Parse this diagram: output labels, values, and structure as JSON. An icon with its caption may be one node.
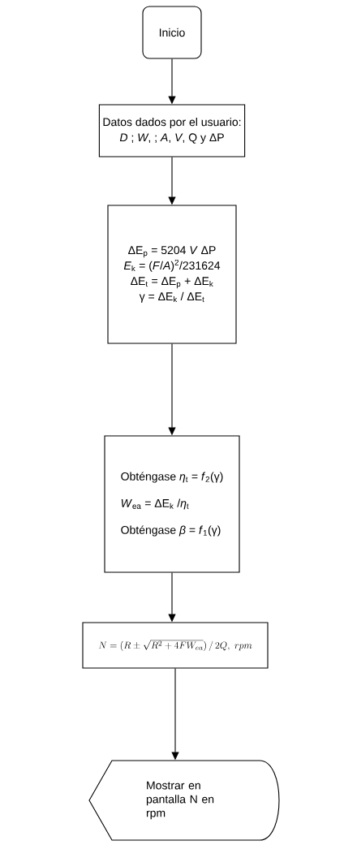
{
  "diagram": {
    "nodes": [
      {
        "text": [
          "Inicio"
        ]
      },
      {
        "text": [
          "Datos dados por el usuario:",
          "*D* ; *W*, ; *A*, *V*, Q y ΔP"
        ]
      },
      {
        "text": [
          "ΔE$_{p}$ = 5204 *V* ΔP",
          "*E*$_{k}$ = (*F*/*A*)$^{2}$/231624",
          "ΔE$_{t}$ = ΔE$_{p}$ + ΔE$_{k}$",
          "γ = ΔE$_{k}$ / ΔE$_{t}$"
        ]
      },
      {
        "text": [
          "Obténgase *η*$_{t}$ = *f*$_{2}$(γ)",
          "*W*$_{ea}$ = ΔE$_{k}$ /*η*$_{t}$",
          "Obténgase *β* = *f*$_{1}$(γ)"
        ]
      },
      {
        "text": [
          "N = (R \\pm \\sqrt{R^{2} + 4FW_{ea}})\\,/\\,2Q,\\ rpm"
        ]
      },
      {
        "text": [
          "Mostrar en pantalla N en rpm"
        ]
      }
    ],
    "edges": [
      {
        "from": 0,
        "to": 1,
        "arrow": "to"
      },
      {
        "from": 1,
        "to": 2,
        "arrow": "to"
      },
      {
        "from": 2,
        "to": 3,
        "arrow": "to"
      },
      {
        "from": 3,
        "to": 4,
        "arrow": "to"
      },
      {
        "from": 4,
        "to": 5,
        "arrow": "to"
      }
    ]
  }
}
